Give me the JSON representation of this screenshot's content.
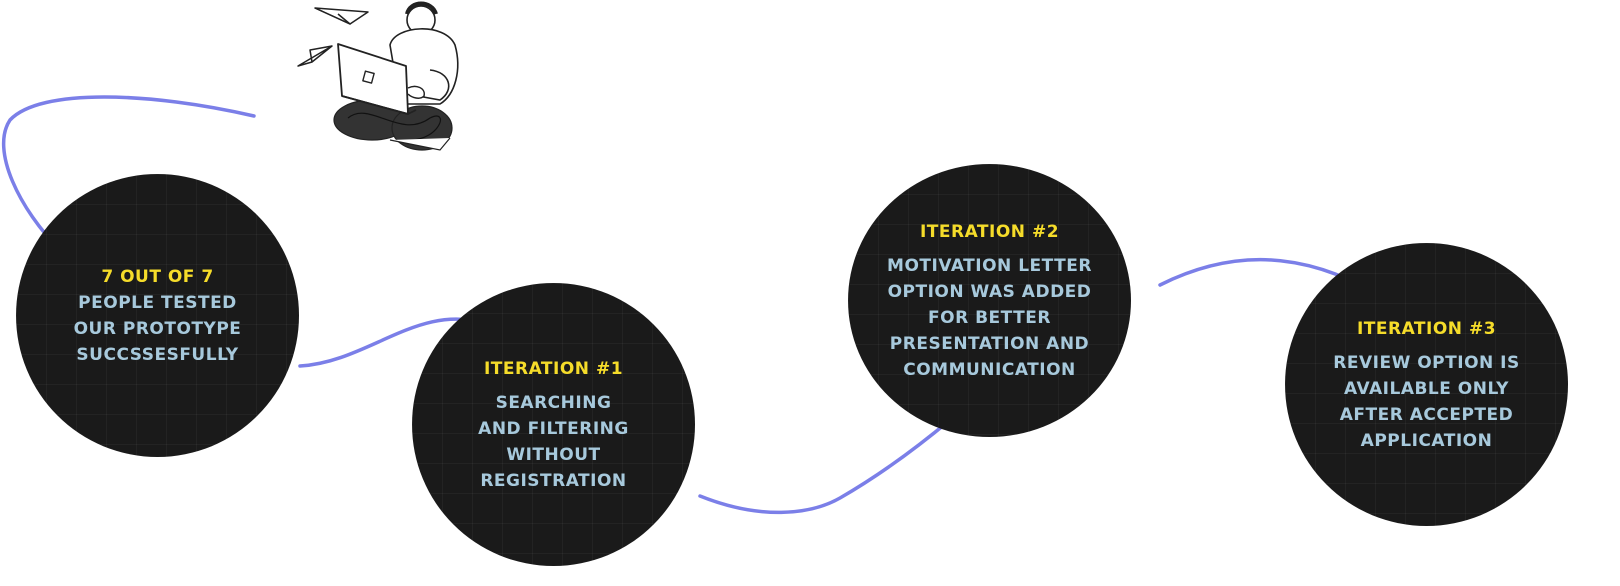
{
  "colors": {
    "connector": "#7b7fe8",
    "circle_fill": "#1a1a1a",
    "heading_text": "#f5dc2a",
    "body_text": "#a7c9dc"
  },
  "illustration": {
    "icon": "person-with-laptop-and-paper-planes-sketch"
  },
  "steps": [
    {
      "heading": "7 OUT OF 7",
      "body": "PEOPLE  TESTED\nOUR PROTOTYPE\nSUCCSSESFULLY"
    },
    {
      "heading": "ITERATION #1",
      "body": "SEARCHING\nAND FILTERING\nWITHOUT\nREGISTRATION"
    },
    {
      "heading": "ITERATION #2",
      "body": "MOTIVATION LETTER\nOPTION WAS ADDED\nFOR BETTER\nPRESENTATION AND\nCOMMUNICATION"
    },
    {
      "heading": "ITERATION #3",
      "body": "REVIEW OPTION IS\nAVAILABLE ONLY\nAFTER ACCEPTED\nAPPLICATION"
    }
  ]
}
